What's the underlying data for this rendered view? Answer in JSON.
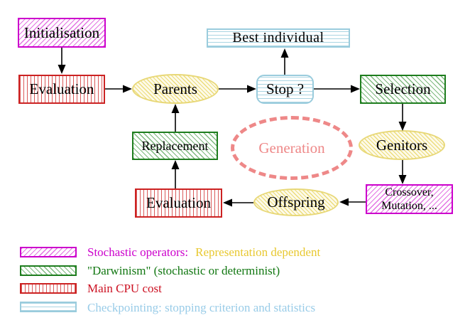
{
  "figure": {
    "type": "evolutionary-algorithm-cycle-diagram",
    "background": "#ffffff",
    "nodes": {
      "initialisation": "Initialisation",
      "evaluation_top": "Evaluation",
      "parents": "Parents",
      "stop": "Stop ?",
      "best_individual": "Best individual",
      "selection": "Selection",
      "genitors": "Genitors",
      "crossover_line1": "Crossover,",
      "crossover_line2": "Mutation, ...",
      "offspring": "Offspring",
      "evaluation_bottom": "Evaluation",
      "replacement": "Replacement",
      "generation": "Generation"
    },
    "flows": [
      "initialisation -> evaluation_top",
      "evaluation_top -> parents",
      "parents -> stop",
      "stop -> best_individual",
      "stop -> selection",
      "selection -> genitors",
      "genitors -> crossover_mutation",
      "crossover_mutation -> offspring",
      "offspring -> evaluation_bottom",
      "evaluation_bottom -> replacement",
      "replacement -> parents"
    ],
    "legend": {
      "rows": [
        {
          "swatch": "magenta-diagonal-hatch",
          "part1": "Stochastic operators:",
          "part2": "Representation dependent"
        },
        {
          "swatch": "green-diagonal-hatch",
          "part1": "\"Darwinism\" (stochastic or determinist)",
          "part2": ""
        },
        {
          "swatch": "red-vertical-hatch",
          "part1": "Main CPU cost",
          "part2": ""
        },
        {
          "swatch": "blue-horizontal-hatch",
          "part1": "Checkpointing: stopping criterion and statistics",
          "part2": ""
        }
      ]
    },
    "colors": {
      "magenta": "#cc00cc",
      "green_border": "#1e7d1e",
      "green_text": "#117711",
      "red_border": "#cc2222",
      "red_text": "#cc1122",
      "yellow_border": "#e8d878",
      "yellow_text": "#e8c830",
      "light_blue_border": "#9accdd",
      "light_blue_text": "#99cce8",
      "salmon_dashed": "#ee8888",
      "arrow": "#000000",
      "label_text": "#000000"
    }
  }
}
